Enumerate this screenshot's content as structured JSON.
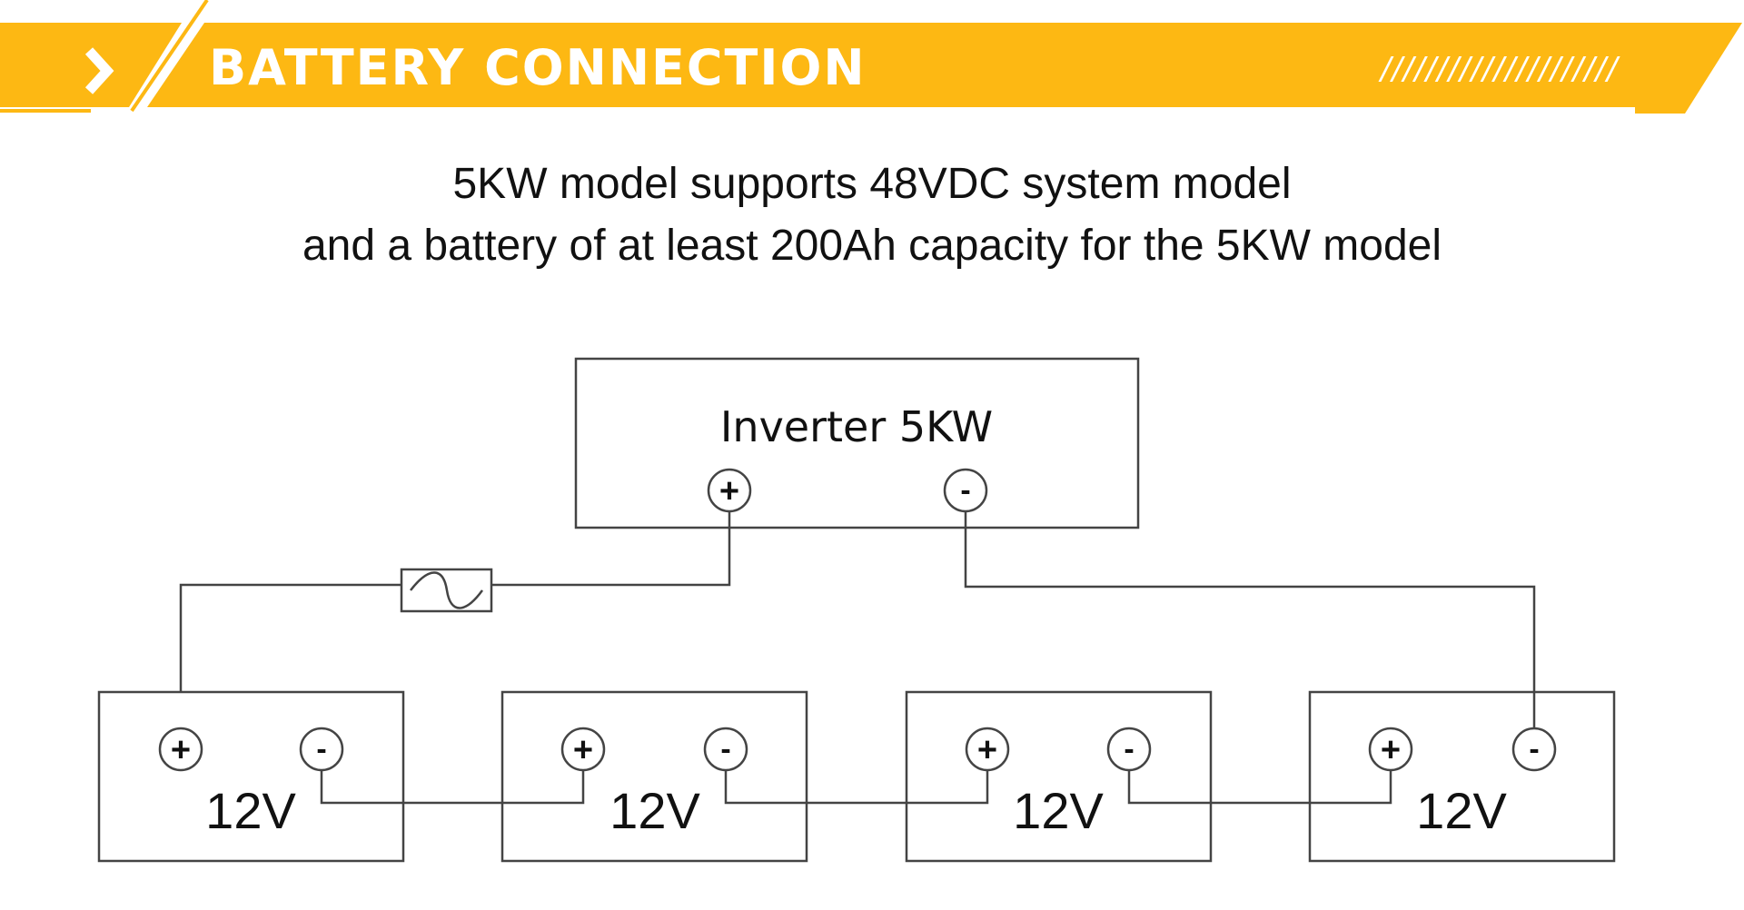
{
  "header": {
    "chevron_icon": "chevron-right-icon",
    "title": "BATTERY CONNECTION",
    "hatch": "/////////////////////",
    "accent_color": "#FDB813"
  },
  "intro": {
    "line1": "5KW model supports 48VDC system model",
    "line2": "and a battery of at least 200Ah capacity for the 5KW model"
  },
  "diagram": {
    "inverter": {
      "label": "Inverter 5KW",
      "positive_symbol": "+",
      "negative_symbol": "-"
    },
    "fuse_icon": "fuse-icon",
    "batteries": [
      {
        "label": "12V",
        "positive_symbol": "+",
        "negative_symbol": "-"
      },
      {
        "label": "12V",
        "positive_symbol": "+",
        "negative_symbol": "-"
      },
      {
        "label": "12V",
        "positive_symbol": "+",
        "negative_symbol": "-"
      },
      {
        "label": "12V",
        "positive_symbol": "+",
        "negative_symbol": "-"
      }
    ],
    "line_color": "#444444"
  }
}
